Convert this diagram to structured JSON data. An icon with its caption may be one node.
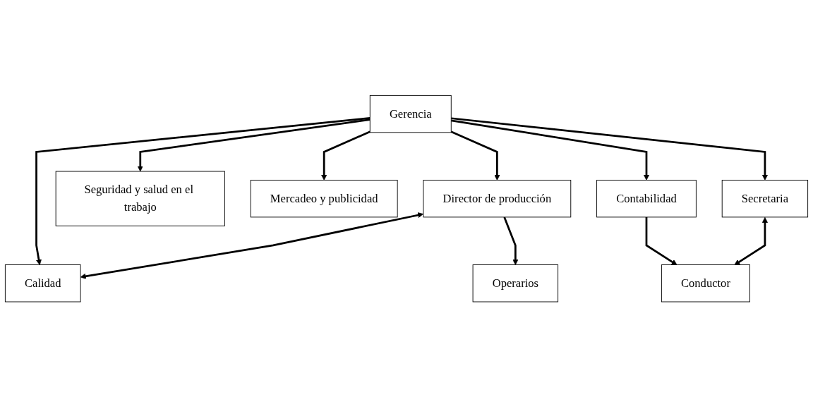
{
  "diagram": {
    "nodes": [
      {
        "text": [
          "Gerencia"
        ]
      },
      {
        "text": [
          "Director de producción"
        ]
      },
      {
        "text": [
          "Calidad"
        ]
      },
      {
        "text": [
          "Seguridad y salud en el trabajo"
        ]
      },
      {
        "text": [
          "Mercadeo y publicidad"
        ]
      },
      {
        "text": [
          "Operarios"
        ]
      },
      {
        "text": [
          "Contabilidad"
        ]
      },
      {
        "text": [
          "Secretaria"
        ]
      },
      {
        "text": [
          "Conductor"
        ]
      }
    ],
    "edges": [
      {
        "from": 0,
        "to": 1,
        "arrow": "to"
      },
      {
        "from": 0,
        "to": 2,
        "arrow": "to"
      },
      {
        "from": 0,
        "to": 3,
        "arrow": "to"
      },
      {
        "from": 0,
        "to": 6,
        "arrow": "to"
      },
      {
        "from": 0,
        "to": 4,
        "arrow": "to"
      },
      {
        "from": 0,
        "to": 7,
        "arrow": "to"
      },
      {
        "from": 1,
        "to": 2,
        "arrow": "both"
      },
      {
        "from": 1,
        "to": 5,
        "arrow": "to"
      },
      {
        "from": 6,
        "to": 8,
        "arrow": "to"
      },
      {
        "from": 7,
        "to": 8,
        "arrow": "both"
      }
    ]
  }
}
